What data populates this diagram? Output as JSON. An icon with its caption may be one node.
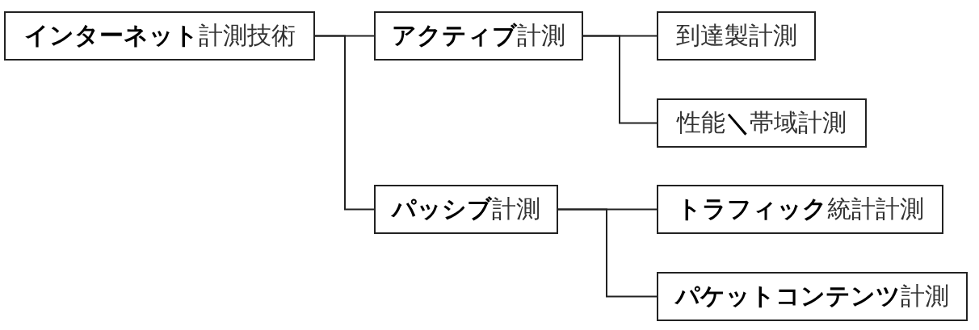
{
  "diagram": {
    "nodes": [
      {
        "text": [
          "**インターネット**計測技術"
        ]
      },
      {
        "text": [
          "**アクティブ**計測"
        ]
      },
      {
        "text": [
          "到達製計測"
        ]
      },
      {
        "text": [
          "性能**＼**帯域計測"
        ]
      },
      {
        "text": [
          "**パッシブ**計測"
        ]
      },
      {
        "text": [
          "**トラフィック**統計計測"
        ]
      },
      {
        "text": [
          "**パケットコンテンツ**計測"
        ]
      }
    ],
    "edges": [
      {
        "from": 0,
        "to": 1,
        "arrow": "none"
      },
      {
        "from": 0,
        "to": 4,
        "arrow": "none"
      },
      {
        "from": 1,
        "to": 2,
        "arrow": "none"
      },
      {
        "from": 1,
        "to": 3,
        "arrow": "none"
      },
      {
        "from": 4,
        "to": 5,
        "arrow": "none"
      },
      {
        "from": 4,
        "to": 6,
        "arrow": "none"
      }
    ]
  }
}
